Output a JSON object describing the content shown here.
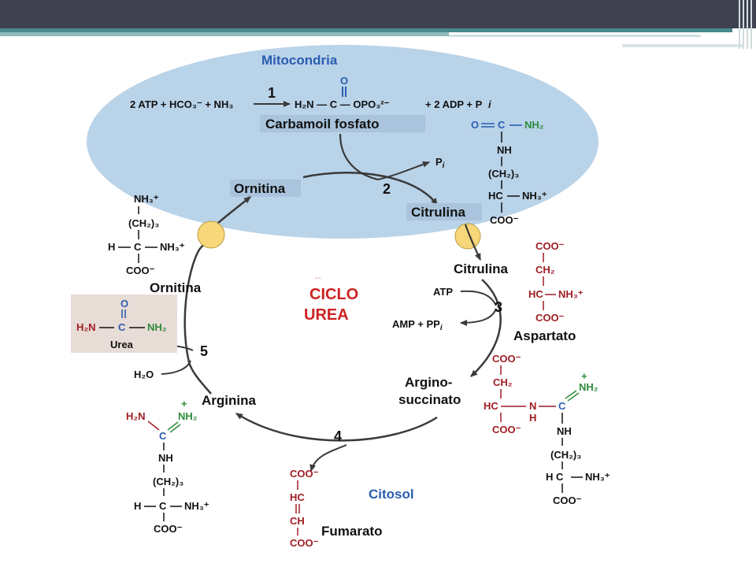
{
  "mitochondria": {
    "label": "Mitocondria",
    "reaction": {
      "left": "2 ATP + HCO₃⁻ + NH₃",
      "product_left": "H₂N — C — OPO₃²⁻",
      "product_right": "+ 2 ADP + P",
      "pi_suffix": "i",
      "carbonyl_o": "O"
    },
    "carbamoil": "Carbamoil  fosfato",
    "pi": "P",
    "ornitina": "Ornitina",
    "citrulina": "Citrulina"
  },
  "steps": [
    "1",
    "2",
    "3",
    "4",
    "5"
  ],
  "cycle": {
    "line1": "CICLO",
    "line2": "UREA",
    "faint": "--"
  },
  "cytosol": {
    "label": "Citosol",
    "ornitina": "Ornitina",
    "citrulina": "Citrulina",
    "aspartato": "Aspartato",
    "argino1": "Argino-",
    "argino2": "succinato",
    "arginina": "Arginina",
    "fumarato": "Fumarato",
    "urea": "Urea",
    "h2o": "H₂O",
    "atp": "ATP",
    "amp": "AMP + PP",
    "amp_suffix": "i"
  },
  "structures": {
    "citrulline": [
      "O",
      "C",
      "NH₂",
      "NH",
      "(CH₂)₃",
      "HC",
      "NH₃⁺",
      "COO⁻"
    ],
    "ornithine": [
      "NH₃⁺",
      "(CH₂)₃",
      "H",
      "C",
      "NH₃⁺",
      "COO⁻"
    ],
    "urea": [
      "O",
      "H₂N",
      "C",
      "NH₂"
    ],
    "aspartate": [
      "COO⁻",
      "CH₂",
      "HC",
      "NH₃⁺",
      "COO⁻"
    ],
    "argininosuccinate": [
      "COO⁻",
      "CH₂",
      "HC",
      "N",
      "H",
      "C",
      "+",
      "NH₂",
      "NH",
      "(CH₂)₃",
      "H C",
      "NH₃⁺",
      "COO⁻",
      "COO⁻"
    ],
    "arginine": [
      "H₂N",
      "+",
      "NH₂",
      "C",
      "NH",
      "(CH₂)₃",
      "H",
      "C",
      "NH₃⁺",
      "COO⁻"
    ],
    "fumarate": [
      "COO⁻",
      "HC",
      "CH",
      "COO⁻"
    ]
  },
  "colors": {
    "mito_fill": "#b9d3e9",
    "arrow": "#3a3a3a",
    "carrier": "#f7d77a",
    "red_text": "#a11d24",
    "green_text": "#2e8b3c",
    "blue_text": "#2a5db0",
    "cycle_title": "#cc2222",
    "urea_box": "#e8dcd6",
    "header_dark": "#3f4050",
    "header_teal": "#4a8a8c"
  }
}
